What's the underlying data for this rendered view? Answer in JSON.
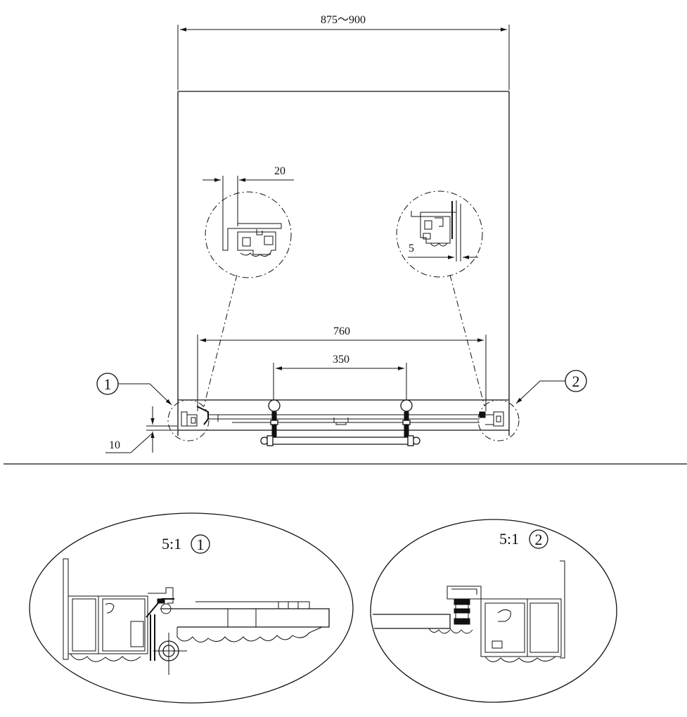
{
  "dimensions": {
    "overall_width": "875～900",
    "opening_width": "760",
    "handle_spacing": "350",
    "top_detail_left": "20",
    "top_detail_right": "5",
    "bottom_offset": "10"
  },
  "callouts": {
    "one": "1",
    "two": "2"
  },
  "details": {
    "left_scale": "5:1",
    "left_marker": "1",
    "right_scale": "5:1",
    "right_marker": "2"
  }
}
